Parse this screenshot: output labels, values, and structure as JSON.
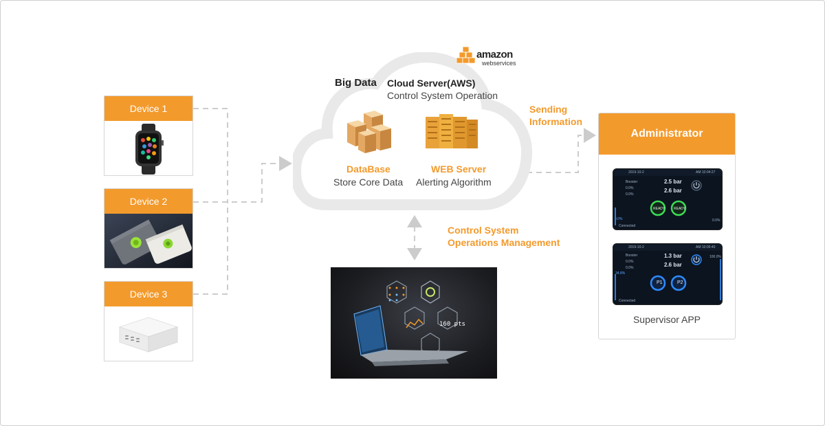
{
  "devices": [
    {
      "label": "Device 1"
    },
    {
      "label": "Device 2"
    },
    {
      "label": "Device 3"
    }
  ],
  "cloud": {
    "big_data": "Big Data",
    "server_title": "Cloud Server(AWS)",
    "server_sub": "Control System Operation",
    "database_title": "DataBase",
    "database_sub": "Store Core Data",
    "web_title": "WEB Server",
    "web_sub": "Alerting Algorithm"
  },
  "aws_logo": {
    "line1": "amazon",
    "line2": "webservices"
  },
  "sending": {
    "line1": "Sending",
    "line2": "Information"
  },
  "control": {
    "line1": "Control System",
    "line2": "Operations Management"
  },
  "admin": {
    "title": "Administrator",
    "caption": "Supervisor APP",
    "screen1": {
      "date": "2019-10-2",
      "time": "AM 10:04:27",
      "v1": "2.5 bar",
      "v2": "2.6 bar",
      "b1": "READY",
      "b2": "READY",
      "rows": [
        "Booster",
        "0.0%",
        "0.0%"
      ],
      "status": "Connected",
      "pct_l": "0.0%",
      "pct_r": "0.0%"
    },
    "screen2": {
      "date": "2019-10-2",
      "time": "AM 10:05:40",
      "v1": "1.3 bar",
      "v2": "2.6 bar",
      "b1": "P1",
      "b2": "P2",
      "rows": [
        "Booster",
        "0.0%",
        "0.0%"
      ],
      "status": "Connected",
      "pct_l": "34.8%",
      "pct_r": "100.0%"
    }
  },
  "laptop": {
    "readout": "160 pts"
  },
  "colors": {
    "accent": "#f39a2c",
    "dash": "#cccccc",
    "cloud_border": "#e9e9e9"
  }
}
